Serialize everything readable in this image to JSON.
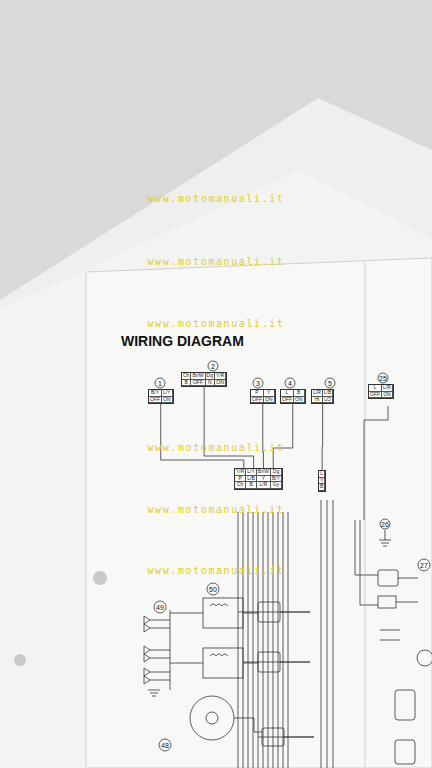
{
  "diagram": {
    "title": "WIRING DIAGRAM",
    "nodes": [
      {
        "text": [
          "B/Y",
          "L/Y",
          "OFF",
          "ON"
        ]
      },
      {
        "text": [
          "Ch",
          "Br/W",
          "Dg",
          "Y/R",
          "B",
          "OFF",
          "N",
          "ON"
        ]
      },
      {
        "text": [
          "P",
          "Y",
          "OFF",
          "ON"
        ]
      },
      {
        "text": [
          "L",
          "B",
          "OFF",
          "ON"
        ]
      },
      {
        "text": [
          "L/R",
          "L/B",
          "HI",
          "LO"
        ]
      },
      {
        "text": [
          "L",
          "L/R",
          "OFF",
          "ON"
        ]
      },
      {
        "text": [
          "Y/R",
          "L/Y",
          "Br/W",
          "Dg",
          "P",
          "L/B",
          "Y",
          "B/Y",
          "Ch",
          "B",
          "L/R",
          "Gy"
        ]
      },
      {
        "text": [
          "L",
          "Y",
          "B"
        ]
      }
    ],
    "edges": [
      {
        "from": 0,
        "to": 6,
        "arrow": "none"
      },
      {
        "from": 1,
        "to": 6,
        "arrow": "none"
      },
      {
        "from": 2,
        "to": 6,
        "arrow": "none"
      },
      {
        "from": 3,
        "to": 6,
        "arrow": "none"
      },
      {
        "from": 4,
        "to": 7,
        "arrow": "none"
      }
    ],
    "labels": [
      "www.motomanuali.it",
      "www.motomanuali.it",
      "www.motomanuali.it",
      "www.motomanuali.it",
      "www.motomanuali.it",
      "www.motomanuali.it",
      "1",
      "2",
      "3",
      "4",
      "5",
      "25",
      "26",
      "27",
      "50",
      "49",
      "48"
    ]
  }
}
